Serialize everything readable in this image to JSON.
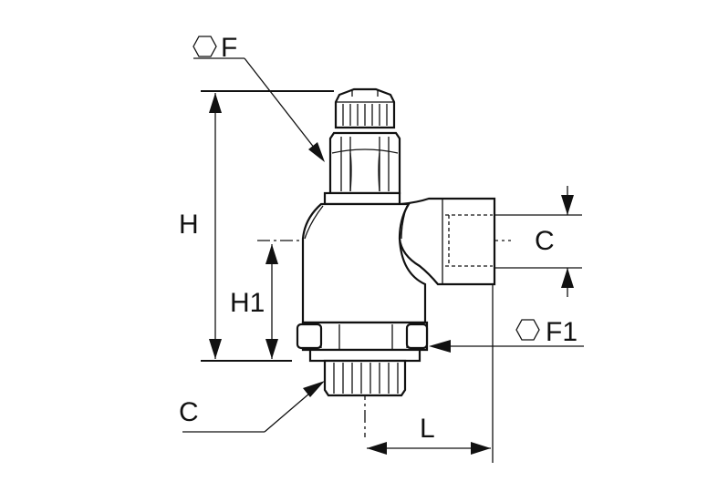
{
  "labels": {
    "F": "F",
    "H": "H",
    "H1": "H1",
    "C_port": "C",
    "C_thread": "C",
    "F1": "F1",
    "L": "L"
  },
  "icons": {
    "hex_f": "hexagon-icon",
    "hex_f1": "hexagon-icon"
  },
  "colors": {
    "line": "#111111",
    "background": "#ffffff"
  }
}
